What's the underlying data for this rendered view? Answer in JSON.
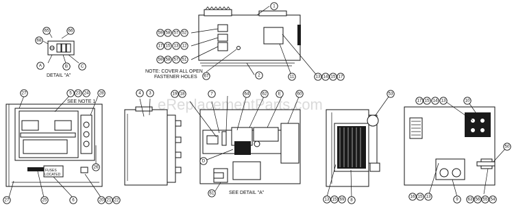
{
  "watermark": "eReplacementParts.com",
  "notes": {
    "detail_a": "DETAIL \"A\"",
    "cover_line1": "NOTE: COVER ALL OPEN",
    "cover_line2": "FASTENER HOLES",
    "see_note": "SEE NOTE 1",
    "see_detail": "SEE DETAIL \"A\""
  },
  "panel_labels": {
    "label1": "FUSES",
    "label2": "LOCATED"
  },
  "callouts": {
    "c65": "65",
    "c66": "66",
    "c68": "68",
    "cA": "A",
    "cB": "B",
    "cC": "C",
    "c1": "1",
    "c59a": "59",
    "c58a": "58",
    "c57a": "57",
    "c52": "52",
    "c17a": "17",
    "c15a": "15",
    "c13a": "13",
    "c12": "12",
    "c59b": "59",
    "c58b": "58",
    "c57b": "57",
    "c51": "51",
    "c67": "67",
    "c2": "2",
    "c11": "11",
    "c13b": "13",
    "c14a": "14",
    "c15b": "15",
    "c17b": "17",
    "c27a": "27",
    "c5": "5",
    "c23": "23",
    "c24": "24",
    "c28": "28",
    "c26": "26",
    "c27b": "27",
    "c25": "25",
    "c6": "6",
    "c20": "20",
    "c21": "21",
    "c22": "22",
    "c4": "4",
    "c3": "3",
    "c19": "19",
    "c18": "18",
    "c7": "7",
    "c64": "64",
    "c62": "62",
    "cE": "E",
    "c60": "60",
    "cD": "D",
    "c61": "61",
    "c53": "53",
    "c13c": "13",
    "c15c": "15",
    "c69": "69",
    "c8": "8",
    "c17c": "17",
    "c15d": "15",
    "c14b": "14",
    "c13d": "13",
    "c10": "10",
    "c50": "50",
    "c16": "16",
    "c15e": "15",
    "c13e": "13",
    "c9": "9",
    "c63": "63",
    "c56": "56",
    "c55": "55",
    "c54": "54"
  }
}
